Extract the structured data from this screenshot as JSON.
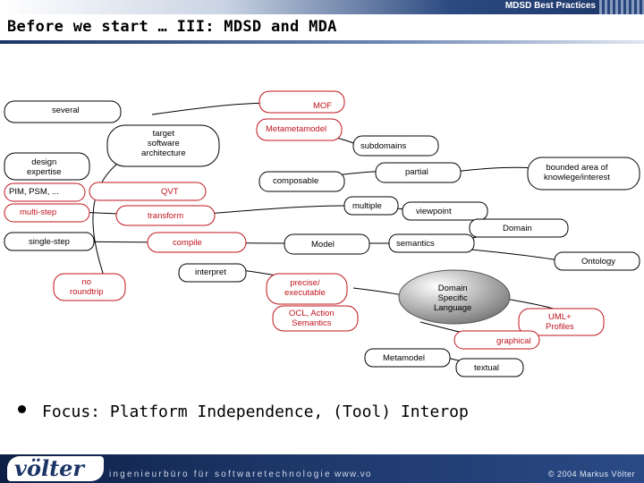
{
  "header": {
    "brand": "MDSD Best Practices",
    "title": "Before we start … III: MDSD and MDA"
  },
  "diagram": {
    "nodes": {
      "several": "several",
      "mof": "MOF",
      "target_arch": [
        "target",
        "software",
        "architecture"
      ],
      "metametamodel": "Metametamodel",
      "subdomains": "subdomains",
      "design_expertise": [
        "design",
        "expertise"
      ],
      "partial": "partial",
      "bounded_area": [
        "bounded area of",
        "knowlege/interest"
      ],
      "composable": "composable",
      "pim_psm": "PIM, PSM, ...",
      "qvt": "QVT",
      "multiple": "multiple",
      "viewpoint": "viewpoint",
      "multi_step": "multi-step",
      "transform": "transform",
      "domain": "Domain",
      "single_step": "single-step",
      "compile": "compile",
      "model": "Model",
      "semantics": "semantics",
      "ontology": "Ontology",
      "interpret": "interpret",
      "no_roundtrip": [
        "no",
        "roundtrip"
      ],
      "precise": [
        "precise/",
        "executable"
      ],
      "dsl": [
        "Domain",
        "Specific",
        "Language"
      ],
      "ocl": [
        "OCL, Action",
        "Semantics"
      ],
      "uml": [
        "UML+",
        "Profiles"
      ],
      "graphical": "graphical",
      "metamodel": "Metamodel",
      "textual": "textual"
    }
  },
  "bullet": {
    "text": "Focus: Platform Independence, (Tool) Interop"
  },
  "footer": {
    "logo": "völter",
    "company": "ingenieurbüro für softwaretechnologie",
    "web": "www.vo",
    "copyright": "© 2004 Markus Völter"
  },
  "colors": {
    "accent_red": "#c0141e",
    "navy": "#1c3566"
  }
}
